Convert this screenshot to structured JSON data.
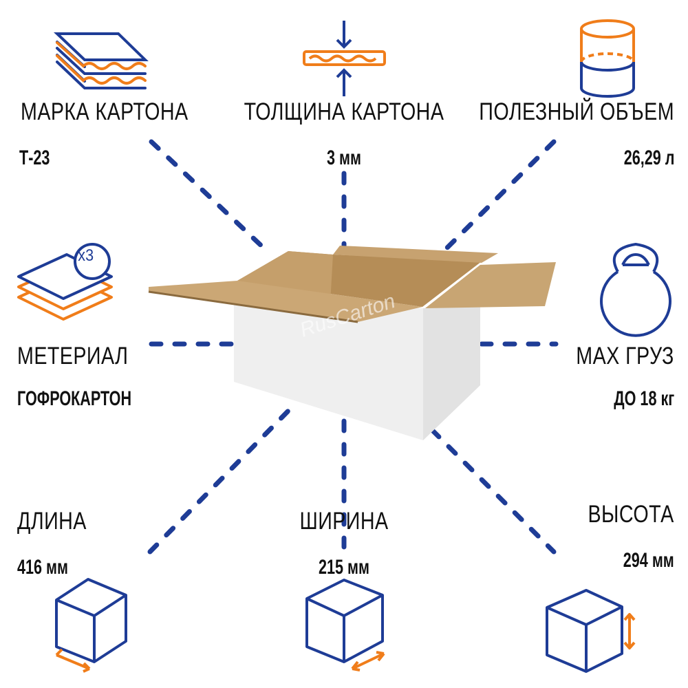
{
  "specs": {
    "brand": {
      "label": "МАРКА КАРТОНА",
      "value": "Т-23"
    },
    "thickness": {
      "label": "ТОЛЩИНА КАРТОНА",
      "value": "3 мм"
    },
    "volume": {
      "label": "ПОЛЕЗНЫЙ ОБЪЕМ",
      "value": "26,29 л"
    },
    "material": {
      "label": "МЕТЕРИАЛ",
      "value": "ГОФРОКАРТОН",
      "layers_badge": "x3"
    },
    "max_load": {
      "label": "MAX ГРУЗ",
      "value": "ДО 18 кг"
    },
    "length": {
      "label": "ДЛИНА",
      "value": "416 мм"
    },
    "width": {
      "label": "ШИРИНА",
      "value": "215 мм"
    },
    "height": {
      "label": "ВЫСОТА",
      "value": "294 мм"
    }
  },
  "watermark": "RusCarton",
  "colors": {
    "blue": "#1e3c96",
    "orange": "#f07d1a",
    "kraft": "#c9a36e",
    "box_white": "#efefef"
  }
}
